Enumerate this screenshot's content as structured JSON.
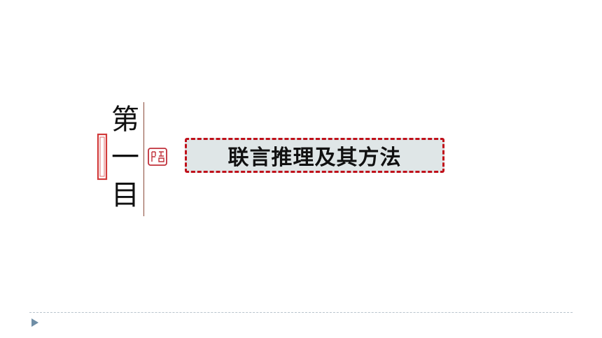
{
  "section": {
    "chars": [
      "第",
      "一",
      "目"
    ]
  },
  "topic": {
    "title": "联言推理及其方法"
  },
  "colors": {
    "accent_red": "#c0101a",
    "box_fill": "#dfe6e7",
    "divider": "#8a4a3a"
  },
  "icons": {
    "seal": "seal-stamp-icon",
    "nav": "play-triangle-icon"
  }
}
